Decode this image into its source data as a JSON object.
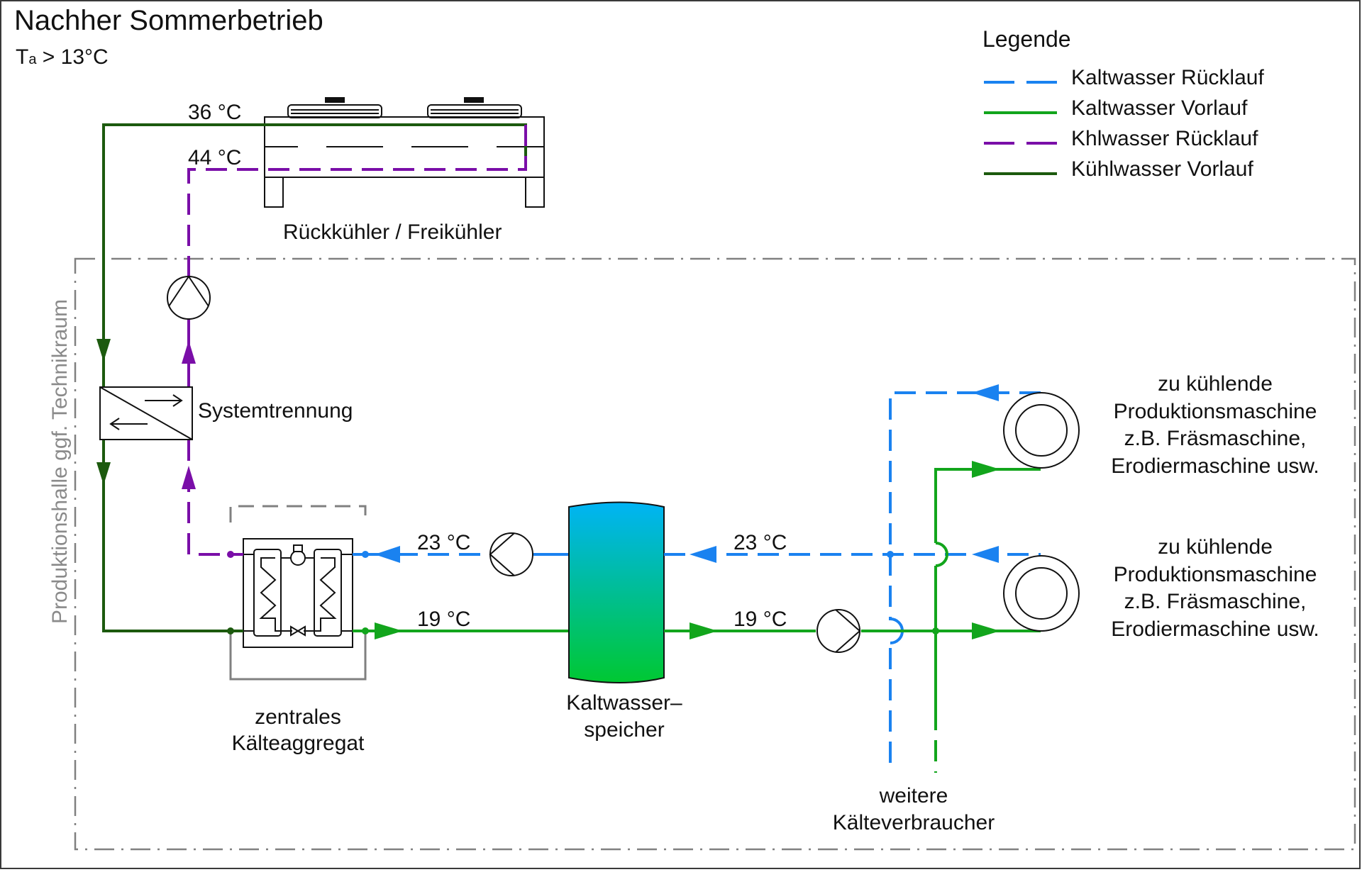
{
  "title": "Nachher Sommerbetrieb",
  "condition": {
    "symbol": "T",
    "subscript": "a",
    "rest": " > 13°C"
  },
  "legend": {
    "title": "Legende",
    "items": [
      {
        "label": "Kaltwasser Rücklauf",
        "color": "#1a82f0",
        "style": "dashed"
      },
      {
        "label": "Kaltwasser Vorlauf",
        "color": "#12a51c",
        "style": "solid"
      },
      {
        "label": "Khlwasser Rücklauf",
        "color": "#7a0ea8",
        "style": "dashed"
      },
      {
        "label": "Kühlwasser Vorlauf",
        "color": "#1c5a0e",
        "style": "solid"
      }
    ]
  },
  "colors": {
    "cold_return": "#1a82f0",
    "cold_supply": "#12a51c",
    "cooling_return": "#7a0ea8",
    "cooling_supply": "#1c5a0e",
    "boundary": "#808080",
    "tank_top": "#00b4f5",
    "tank_bottom": "#00c832"
  },
  "components": {
    "recooler": "Rückkühler / Freikühler",
    "heat_exchanger": "Systemtrennung",
    "chiller_line1": "zentrales",
    "chiller_line2": "Kälteaggregat",
    "tank_line1": "Kaltwasser–",
    "tank_line2": "speicher",
    "other_consumers_line1": "weitere",
    "other_consumers_line2": "Kälteverbraucher",
    "machine1": [
      "zu kühlende",
      "Produktionsmaschine",
      "z.B. Fräsmaschine,",
      "Erodiermaschine usw."
    ],
    "machine2": [
      "zu kühlende",
      "Produktionsmaschine",
      "z.B. Fräsmaschine,",
      "Erodiermaschine usw."
    ]
  },
  "room_label": "Produktionshalle ggf. Technikraum",
  "temperatures": {
    "cooling_supply": "36 °C",
    "cooling_return": "44 °C",
    "chiller_return": "23 °C",
    "chiller_supply": "19 °C",
    "consumer_return": "23 °C",
    "consumer_supply": "19 °C"
  }
}
